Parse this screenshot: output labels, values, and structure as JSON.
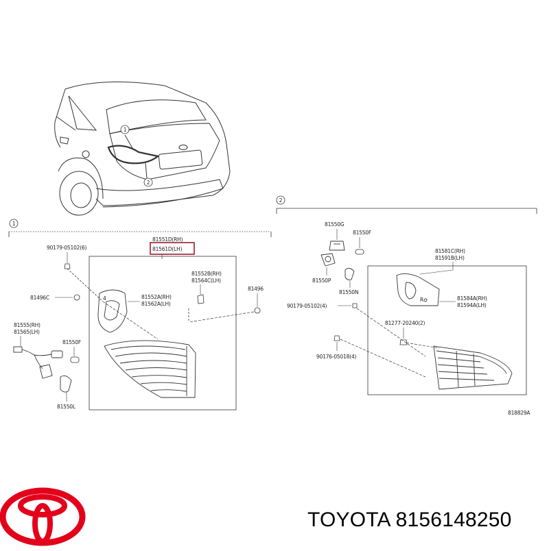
{
  "diagram": {
    "callouts": {
      "one": "1",
      "two": "2"
    },
    "left_panel": {
      "labels": {
        "part_81551d_rh": "81551D(RH)",
        "part_81561d_lh": "81561D(LH)",
        "bolt_90179": "90179-05102(6)",
        "clip_81496c": "81496C",
        "clip_81496": "81496",
        "gasket_81552b": "81552B(RH)",
        "gasket_81564c": "81564C(LH)",
        "gasket_81552a": "81552A(RH)",
        "gasket_81562a": "81562A(LH)",
        "wire_81555": "81555(RH)",
        "wire_81565": "81565(LH)",
        "bulb_81550f": "81550F",
        "bulb_81550l": "81550L"
      }
    },
    "right_panel": {
      "labels": {
        "socket_81550g": "81550G",
        "bulb_81550f": "81550F",
        "socket_81550p": "81550P",
        "bulb_81550n": "81550N",
        "bracket_81581c": "81581C(RH)",
        "bracket_81591b": "81591B(LH)",
        "seal_81584a": "81584A(RH)",
        "seal_81594a": "81594A(LH)",
        "bolt_90179": "90179-05102(4)",
        "nut_81277": "81277-20240(2)",
        "nut_90176": "90176-05018(4)"
      }
    },
    "drawing_code": "818829A"
  },
  "highlight_color": "#9b1b30",
  "brand": {
    "logo_icon": "toyota-emblem-icon",
    "logo_color": "#e3001b",
    "caption": "TOYOTA 8156148250"
  }
}
